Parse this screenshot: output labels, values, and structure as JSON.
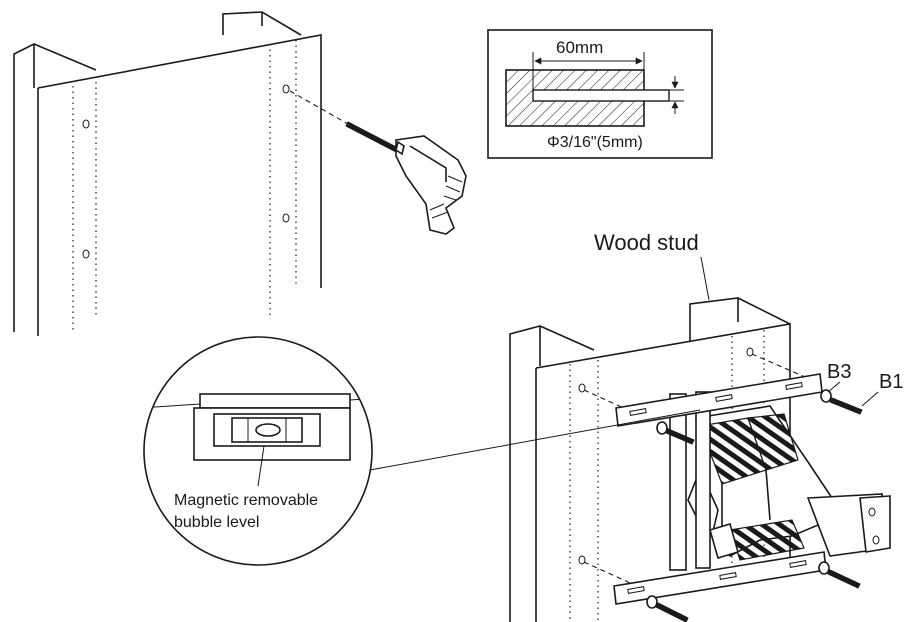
{
  "labels": {
    "pilot_hole_width": "60mm",
    "drill_bit": "Φ3/16\"(5mm)",
    "wood_stud": "Wood stud",
    "washer": "B3",
    "lag_bolt": "B1",
    "bubble_level_line1": "Magnetic removable",
    "bubble_level_line2": "bubble level"
  },
  "icons": [
    "drill-icon",
    "bubble-level-icon",
    "wall-mount-bracket-icon",
    "lag-bolt-icon",
    "washer-icon"
  ],
  "colors": {
    "ink": "#1a1a1a",
    "paper": "#ffffff"
  }
}
